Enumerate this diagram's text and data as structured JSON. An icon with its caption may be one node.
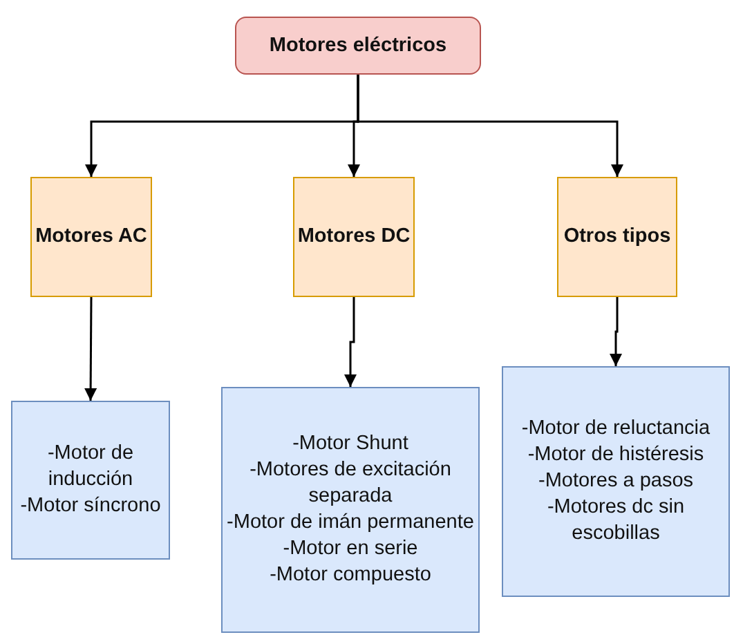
{
  "diagram": {
    "nodes": [
      {
        "text": [
          "Motores eléctricos"
        ]
      },
      {
        "text": [
          "Motores AC"
        ]
      },
      {
        "text": [
          "Motores DC"
        ]
      },
      {
        "text": [
          "Otros tipos"
        ]
      },
      {
        "text": [
          "-Motor de inducción",
          "-Motor síncrono"
        ]
      },
      {
        "text": [
          "-Motor Shunt",
          "-Motores de excitación separada",
          "-Motor de imán permanente",
          "-Motor en serie",
          "-Motor compuesto"
        ]
      },
      {
        "text": [
          "-Motor de reluctancia",
          "-Motor de histéresis",
          "-Motores a pasos",
          "-Motores dc sin escobillas"
        ]
      }
    ],
    "edges": [
      {
        "from": 0,
        "to": 1,
        "arrow": "to"
      },
      {
        "from": 0,
        "to": 2,
        "arrow": "to"
      },
      {
        "from": 0,
        "to": 3,
        "arrow": "to"
      },
      {
        "from": 1,
        "to": 4,
        "arrow": "to"
      },
      {
        "from": 2,
        "to": 5,
        "arrow": "to"
      },
      {
        "from": 3,
        "to": 6,
        "arrow": "to"
      }
    ]
  }
}
